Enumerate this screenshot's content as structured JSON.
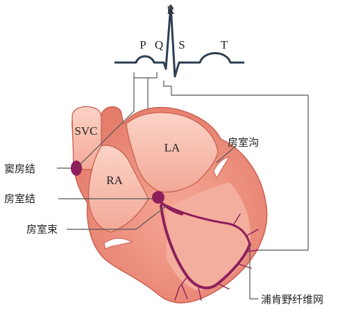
{
  "ecg": {
    "wave_labels": {
      "p": "P",
      "q": "Q",
      "r": "R",
      "s": "S",
      "t": "T"
    }
  },
  "heart": {
    "chamber_labels": {
      "svc": "SVC",
      "la": "LA",
      "ra": "RA"
    }
  },
  "callouts": {
    "sa_node": "窦房结",
    "av_node": "房室结",
    "his_bundle": "房室束",
    "av_groove": "房室沟",
    "purkinje_fibers": "浦肯野纤维网"
  },
  "colors": {
    "heart_fill": "#f29a8a",
    "heart_light": "#f8c0b2",
    "conduction": "#8e1f5a",
    "ecg_line": "#2c3e50",
    "leader_line": "#555555"
  }
}
